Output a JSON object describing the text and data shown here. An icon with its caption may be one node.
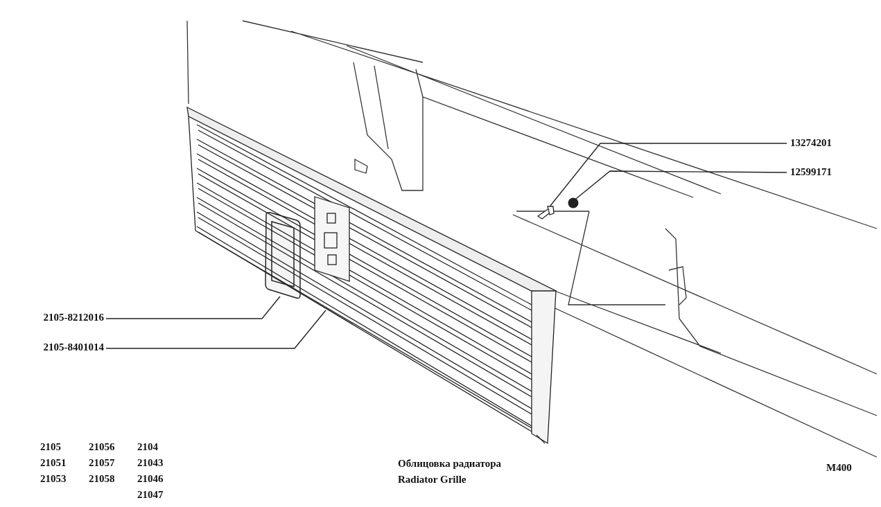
{
  "diagram": {
    "title": "Облицовка радиатора",
    "caption": "Radiator Grille",
    "nodes": [
      {
        "text": [
          "13274201"
        ]
      },
      {
        "text": [
          "12599171"
        ]
      },
      {
        "text": [
          "2105-8212016"
        ]
      },
      {
        "text": [
          "2105-8401014"
        ]
      },
      {
        "text": [],
        "shape": "picture"
      },
      {
        "text": [],
        "shape": "circle"
      },
      {
        "text": [],
        "shape": "picture"
      },
      {
        "text": [],
        "shape": "picture"
      }
    ],
    "edges": [
      {
        "from": 0,
        "to": 4,
        "arrow": "none"
      },
      {
        "from": 1,
        "to": 5,
        "arrow": "none"
      },
      {
        "from": 2,
        "to": 6,
        "arrow": "none"
      },
      {
        "from": 3,
        "to": 7,
        "arrow": "none"
      }
    ],
    "labels": [
      "2105",
      "21056",
      "2104",
      "21051",
      "21057",
      "21043",
      "21053",
      "21058",
      "21046",
      "21047",
      "M400"
    ]
  }
}
